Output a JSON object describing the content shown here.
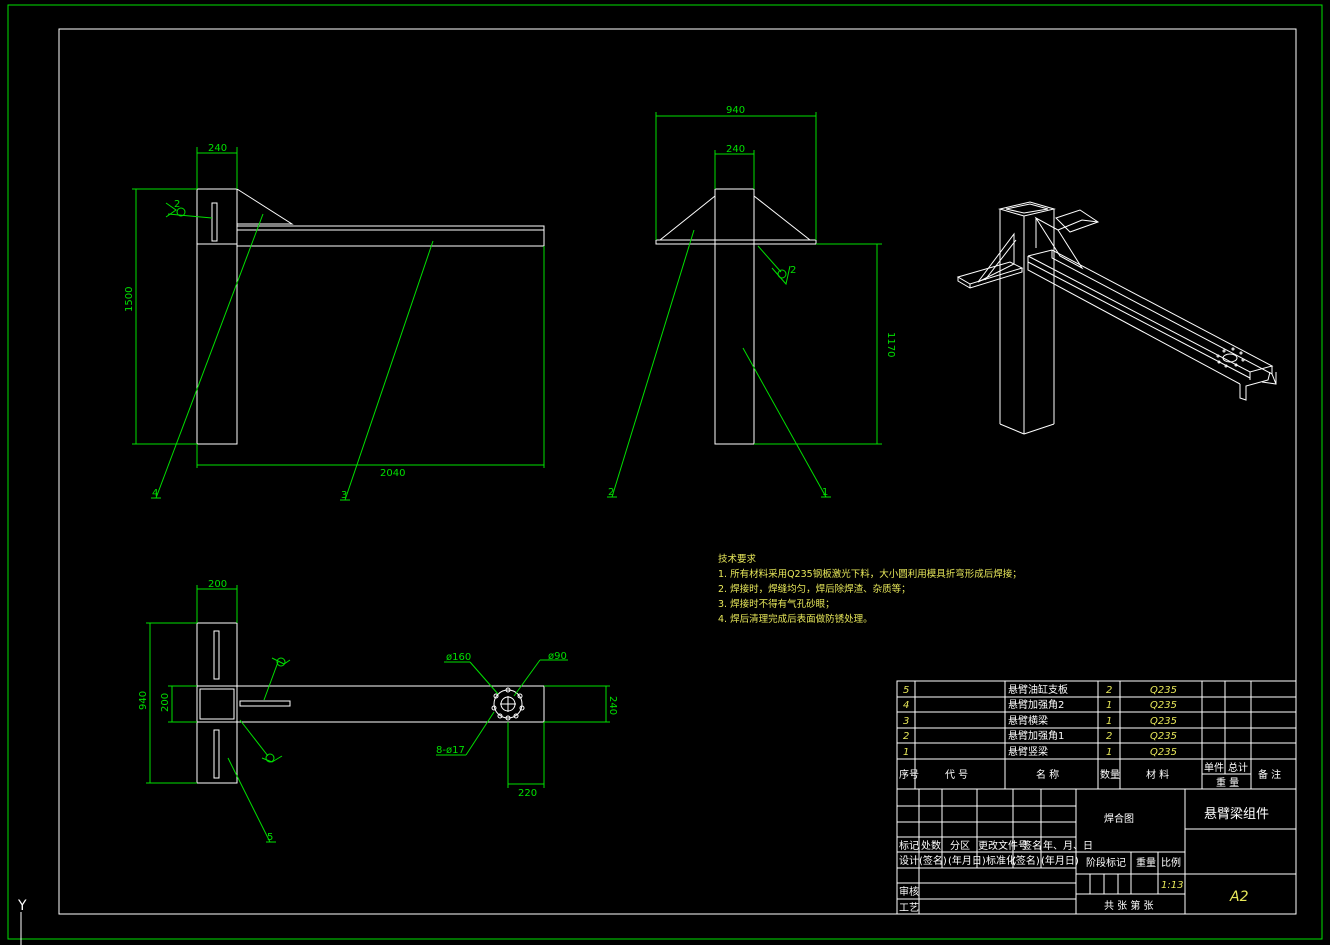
{
  "views": {
    "front": {
      "dim_width": "240",
      "dim_height": "1500",
      "dim_length": "2040",
      "label_weld": "2",
      "part_a": "4",
      "part_b": "3"
    },
    "side": {
      "dim_total": "940",
      "dim_width": "240",
      "dim_height": "1170",
      "label_weld": "2",
      "part_a": "2",
      "part_b": "1"
    },
    "top": {
      "dim_width": "200",
      "dim_total": "940",
      "dim_inner": "200",
      "dim_end": "240",
      "dim_offset": "220",
      "dia_outer": "ø160",
      "dia_inner": "ø90",
      "holes": "8-ø17",
      "part": "5"
    }
  },
  "notes": {
    "title": "技术要求",
    "items": [
      "1. 所有材料采用Q235钢板激光下料，大小圆利用模具折弯形成后焊接；",
      "2. 焊接时，焊缝均匀，焊后除焊渣、杂质等；",
      "3. 焊接时不得有气孔砂眼；",
      "4. 焊后清理完成后表面做防锈处理。"
    ]
  },
  "parts_list": [
    {
      "no": "5",
      "code": "",
      "name": "悬臂油缸支板",
      "qty": "2",
      "material": "Q235"
    },
    {
      "no": "4",
      "code": "",
      "name": "悬臂加强角2",
      "qty": "1",
      "material": "Q235"
    },
    {
      "no": "3",
      "code": "",
      "name": "悬臂横梁",
      "qty": "1",
      "material": "Q235"
    },
    {
      "no": "2",
      "code": "",
      "name": "悬臂加强角1",
      "qty": "2",
      "material": "Q235"
    },
    {
      "no": "1",
      "code": "",
      "name": "悬臂竖梁",
      "qty": "1",
      "material": "Q235"
    }
  ],
  "parts_header": {
    "no": "序号",
    "code": "代  号",
    "name": "名  称",
    "qty": "数量",
    "material": "材  料",
    "unit": "单件",
    "total": "总计",
    "weight": "重  量",
    "remark": "备  注"
  },
  "title_block": {
    "drawing_type": "焊合图",
    "title": "悬臂梁组件",
    "mark": "标记",
    "count": "处数",
    "zone": "分区",
    "change_doc": "更改文件号",
    "sign": "签名",
    "date": "年、月、日",
    "design": "设计",
    "sign2": "(签名)",
    "date2": "(年月日)",
    "std": "标准化",
    "sign3": "(签名)",
    "date3": "(年月日)",
    "stage": "阶段标记",
    "weight": "重量",
    "scale_label": "比例",
    "scale": "1:13",
    "review": "审核",
    "process": "工艺",
    "sheets": "共   张  第   张",
    "size": "A2"
  },
  "axis_label": "Y"
}
